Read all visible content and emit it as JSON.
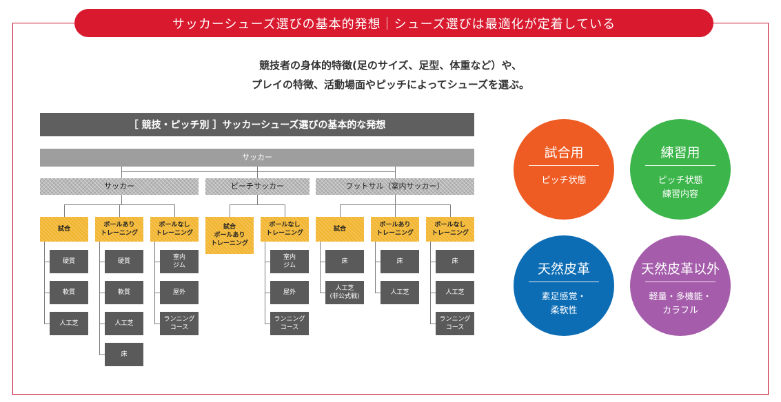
{
  "banner": "サッカーシューズ選びの基本的発想｜シューズ選びは最適化が定着している",
  "lead": {
    "line1": "競技者の身体的特徴(足のサイズ、足型、体重など）や、",
    "line2": "プレイの特徴、活動場面やピッチによってシューズを選ぶ。"
  },
  "diagram": {
    "title": "［ 競技・ピッチ別 ］サッカーシューズ選びの基本的な発想",
    "root": "サッカー",
    "categories": [
      {
        "label": "サッカー",
        "groups": [
          {
            "label": "試合",
            "leaves": [
              "硬質",
              "軟質",
              "人工芝"
            ]
          },
          {
            "label": "ボールあり\nトレーニング",
            "leaves": [
              "硬質",
              "軟質",
              "人工芝",
              "床"
            ]
          },
          {
            "label": "ボールなし\nトレーニング",
            "leaves": [
              "室内\nジム",
              "屋外",
              "ランニング\nコース"
            ]
          }
        ]
      },
      {
        "label": "ビーチサッカー",
        "groups": [
          {
            "label": "試合\nボールあり\nトレーニング",
            "leaves": []
          },
          {
            "label": "ボールなし\nトレーニング",
            "leaves": [
              "室内\nジム",
              "屋外",
              "ランニング\nコース"
            ]
          }
        ]
      },
      {
        "label": "フットサル（室内サッカー）",
        "groups": [
          {
            "label": "試合",
            "leaves": [
              "床",
              "人工芝\n(非公式戦)"
            ]
          },
          {
            "label": "ボールあり\nトレーニング",
            "leaves": [
              "床",
              "人工芝"
            ]
          },
          {
            "label": "ボールなし\nトレーニング",
            "leaves": [
              "床",
              "人工芝",
              "ランニング\nコース"
            ]
          }
        ]
      }
    ]
  },
  "circles": [
    {
      "title": "試合用",
      "sub": "ピッチ状態",
      "color": "#ee5b23"
    },
    {
      "title": "練習用",
      "sub": "ピッチ状態\n練習内容",
      "color": "#3cb54a"
    },
    {
      "title": "天然皮革",
      "sub": "素足感覚・\n柔軟性",
      "color": "#0c6db5"
    },
    {
      "title": "天然皮革以外",
      "sub": "軽量・多機能・\nカラフル",
      "color": "#a45cab"
    }
  ]
}
